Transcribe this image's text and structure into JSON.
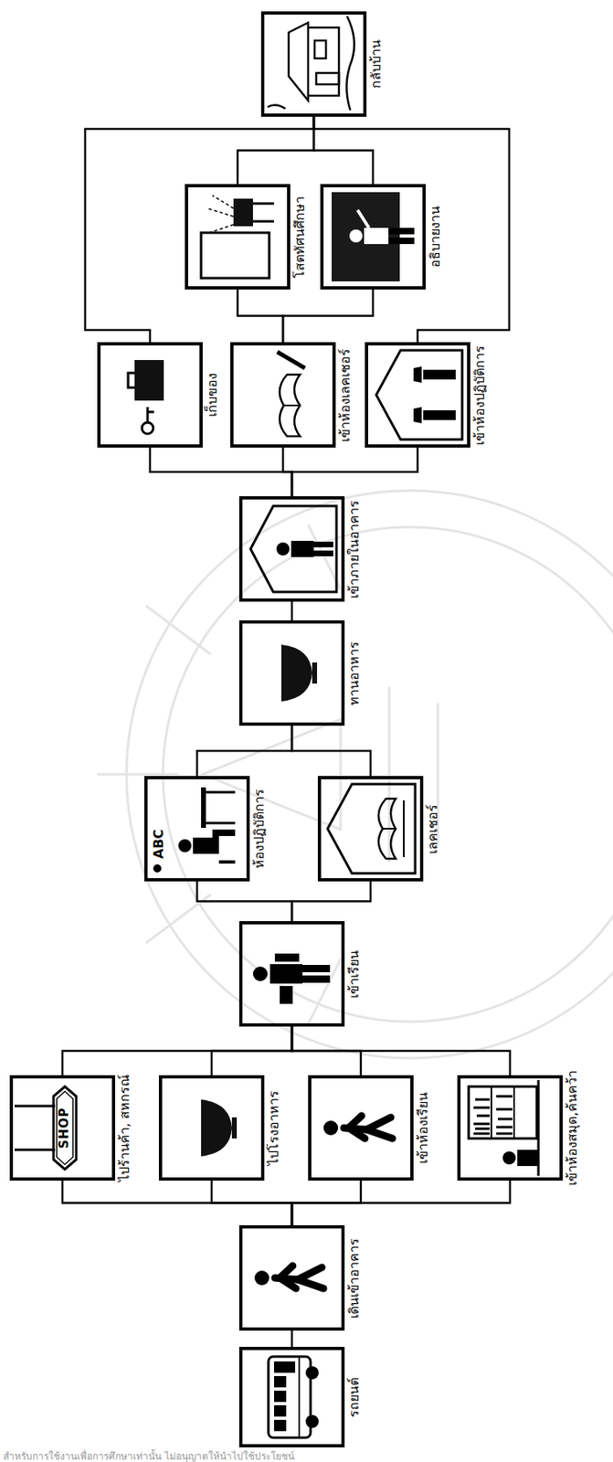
{
  "diagram": {
    "nodes": [
      {
        "text": [
          "รถยนต์"
        ]
      },
      {
        "text": [
          "เดินเข้าอาคาร"
        ]
      },
      {
        "text": [
          "ไปร้านค้า, สหกรณ์"
        ]
      },
      {
        "text": [
          "ไปโรงอาหาร"
        ]
      },
      {
        "text": [
          "เข้าห้องเรียน"
        ]
      },
      {
        "text": [
          "เข้าห้องสมุด,ค้นคว้า"
        ]
      },
      {
        "text": [
          "เข้าเรียน"
        ]
      },
      {
        "text": [
          "ห้องปฏิบัติการ"
        ]
      },
      {
        "text": [
          "เลคเชอร์"
        ]
      },
      {
        "text": [
          "ทานอาหาร"
        ]
      },
      {
        "text": [
          "เข้าภายในอาคาร"
        ]
      },
      {
        "text": [
          "เก็บของ"
        ]
      },
      {
        "text": [
          "เข้าห้องเลคเชอร์"
        ]
      },
      {
        "text": [
          "เข้าห้องปฏิบัติการ"
        ]
      },
      {
        "text": [
          "โสตทัศนศึกษา"
        ]
      },
      {
        "text": [
          "อธิบายงาน"
        ]
      },
      {
        "text": [
          "กลับบ้าน"
        ]
      }
    ],
    "edges": [
      {
        "from": 0,
        "to": 1,
        "arrow": "none"
      },
      {
        "from": 1,
        "to": 2,
        "arrow": "none"
      },
      {
        "from": 1,
        "to": 3,
        "arrow": "none"
      },
      {
        "from": 1,
        "to": 4,
        "arrow": "none"
      },
      {
        "from": 1,
        "to": 5,
        "arrow": "none"
      },
      {
        "from": 2,
        "to": 6,
        "arrow": "none"
      },
      {
        "from": 3,
        "to": 6,
        "arrow": "none"
      },
      {
        "from": 4,
        "to": 6,
        "arrow": "none"
      },
      {
        "from": 5,
        "to": 6,
        "arrow": "none"
      },
      {
        "from": 6,
        "to": 7,
        "arrow": "none"
      },
      {
        "from": 6,
        "to": 8,
        "arrow": "none"
      },
      {
        "from": 7,
        "to": 9,
        "arrow": "none"
      },
      {
        "from": 8,
        "to": 9,
        "arrow": "none"
      },
      {
        "from": 9,
        "to": 10,
        "arrow": "none"
      },
      {
        "from": 10,
        "to": 11,
        "arrow": "none"
      },
      {
        "from": 10,
        "to": 12,
        "arrow": "none"
      },
      {
        "from": 10,
        "to": 13,
        "arrow": "none"
      },
      {
        "from": 11,
        "to": 16,
        "arrow": "none"
      },
      {
        "from": 12,
        "to": 14,
        "arrow": "none"
      },
      {
        "from": 12,
        "to": 15,
        "arrow": "none"
      },
      {
        "from": 13,
        "to": 16,
        "arrow": "none"
      },
      {
        "from": 14,
        "to": 16,
        "arrow": "none"
      },
      {
        "from": 15,
        "to": 16,
        "arrow": "none"
      }
    ],
    "labels": [
      "SHOP",
      "ABC",
      "สำหรับการใช้งานเพื่อการศึกษาเท่านั้น ไม่อนุญาตให้นำไปใช้ประโยชน์"
    ]
  }
}
